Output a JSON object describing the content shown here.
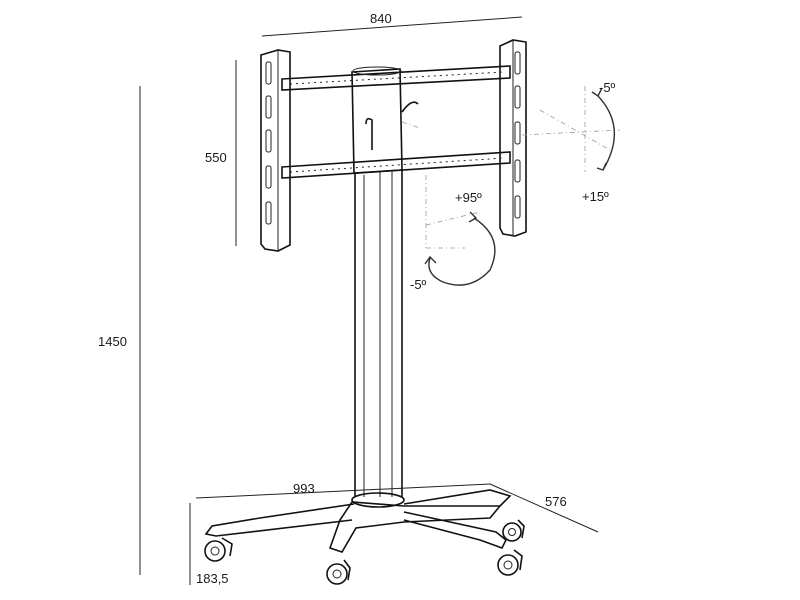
{
  "dimensions": {
    "width": "840",
    "panel_height": "550",
    "total_height": "1450",
    "base_width": "993",
    "base_depth": "576",
    "caster_height": "183,5"
  },
  "angles": {
    "tilt_up": "-5º",
    "tilt_down": "+15º",
    "rotate_cw": "+95º",
    "rotate_ccw": "-5º"
  },
  "colors": {
    "line": "#111111",
    "helper": "#9a9a9a"
  }
}
